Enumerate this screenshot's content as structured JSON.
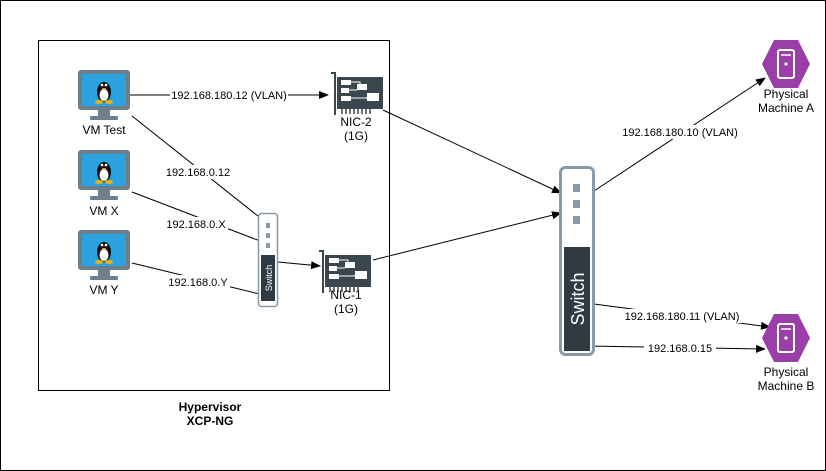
{
  "hypervisor": {
    "line1": "Hypervisor",
    "line2": "XCP-NG"
  },
  "vms": [
    {
      "id": "vm-test",
      "label": "VM Test"
    },
    {
      "id": "vm-x",
      "label": "VM X"
    },
    {
      "id": "vm-y",
      "label": "VM Y"
    }
  ],
  "nics": [
    {
      "id": "nic-2",
      "name": "NIC-2",
      "speed": "(1G)"
    },
    {
      "id": "nic-1",
      "name": "NIC-1",
      "speed": "(1G)"
    }
  ],
  "switches": {
    "internal": {
      "label": "Switch"
    },
    "external": {
      "label": "Switch"
    }
  },
  "machines": [
    {
      "id": "physical-machine-a",
      "line1": "Physical",
      "line2": "Machine A"
    },
    {
      "id": "physical-machine-b",
      "line1": "Physical",
      "line2": "Machine B"
    }
  ],
  "links": {
    "vmtest_nic2": "192.168.180.12 (VLAN)",
    "vmtest_switch": "192.168.0.12",
    "vmx_switch": "192.168.0.X",
    "vmy_switch": "192.168.0.Y",
    "switch_machine_a": "192.168.180.10 (VLAN)",
    "switch_machine_b_vlan": "192.168.180.11 (VLAN)",
    "switch_machine_b": "192.168.0.15"
  },
  "colors": {
    "monitor_frame": "#6e7f8c",
    "monitor_screen": "#2aa3e0",
    "switch_frame": "#8a9aa6",
    "switch_dark": "#2f3b44",
    "machine_fill": "#9b3fa8",
    "nic_dark": "#3b474f"
  }
}
